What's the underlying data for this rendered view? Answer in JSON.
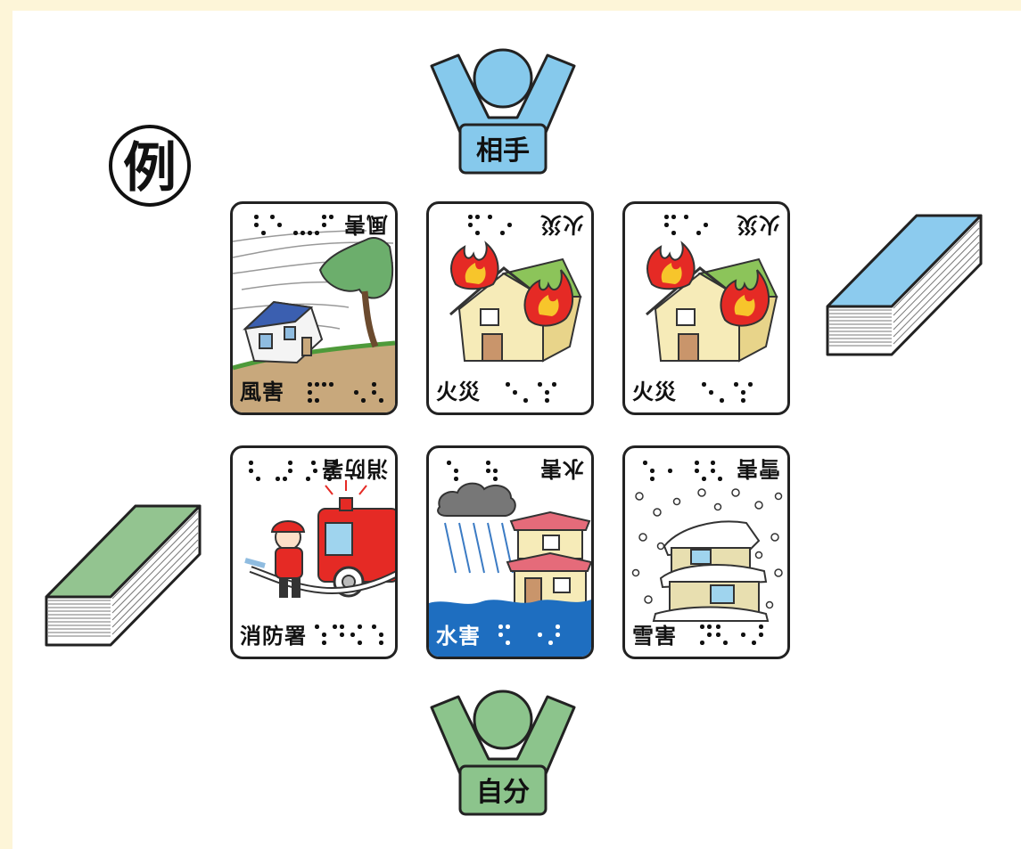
{
  "example_label": "例",
  "opponent": {
    "label": "相手",
    "color": "#86c9ec"
  },
  "self": {
    "label": "自分",
    "color": "#8cc48c"
  },
  "cards": {
    "top": [
      {
        "name": "fuugai",
        "label": "風害"
      },
      {
        "name": "kasai-1",
        "label": "火災"
      },
      {
        "name": "kasai-2",
        "label": "火災"
      }
    ],
    "bottom": [
      {
        "name": "shouboushou",
        "label": "消防署"
      },
      {
        "name": "suigai",
        "label": "水害"
      },
      {
        "name": "setsugai",
        "label": "雪害"
      }
    ]
  },
  "decks": {
    "opponent_deck": {
      "color": "#8ccbee"
    },
    "self_deck": {
      "color": "#93c490"
    }
  }
}
